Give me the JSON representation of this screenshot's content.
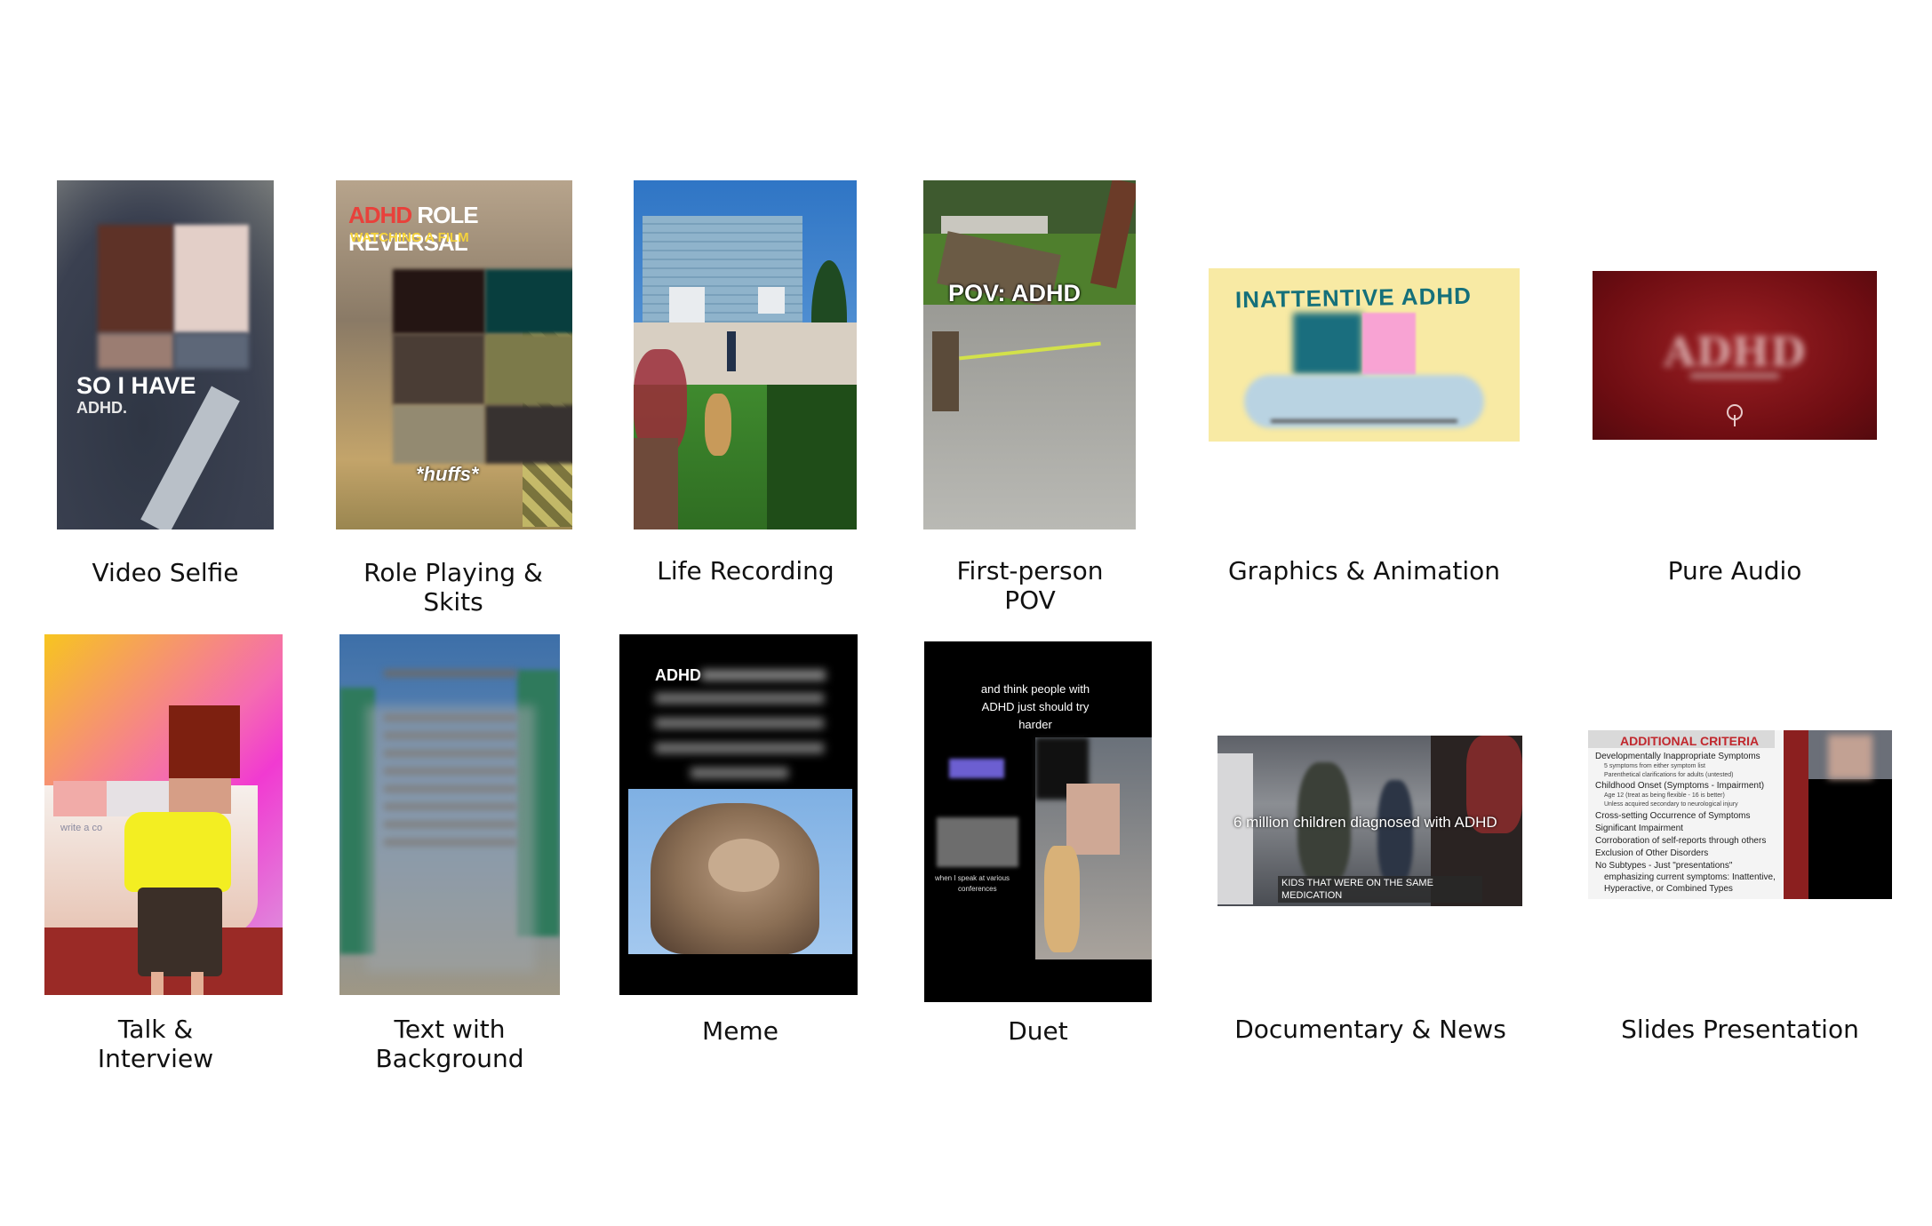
{
  "categories": [
    {
      "caption": "Video Selfie",
      "overlay": [
        "SO I HAVE",
        "ADHD."
      ]
    },
    {
      "caption": "Role Playing &\nSkits",
      "overlay": [
        "ADHD",
        "ROLE REVERSAL",
        "WATCHING A FILM",
        "*huffs*"
      ]
    },
    {
      "caption": "Life Recording"
    },
    {
      "caption": "First-person\nPOV",
      "overlay": [
        "POV: ADHD"
      ]
    },
    {
      "caption": "Graphics & Animation",
      "overlay": [
        "INATTENTIVE ADHD"
      ]
    },
    {
      "caption": "Pure Audio",
      "overlay": [
        "ADHD"
      ]
    },
    {
      "caption": "Talk &\nInterview",
      "overlay": [
        "write a co"
      ]
    },
    {
      "caption": "Text with\nBackground"
    },
    {
      "caption": "Meme",
      "overlay": [
        "ADHD"
      ]
    },
    {
      "caption": "Duet",
      "overlay": [
        "and think people with",
        "ADHD just should try",
        "harder",
        "when I speak at various",
        "conferences"
      ]
    },
    {
      "caption": "Documentary & News",
      "overlay": [
        "6 million children diagnosed with ADHD",
        "KIDS THAT WERE ON THE SAME",
        "MEDICATION"
      ]
    },
    {
      "caption": "Slides Presentation",
      "overlay": [
        "ADDITIONAL CRITERIA",
        "Developmentally Inappropriate Symptoms",
        "5 symptoms from either symptom list",
        "Parenthetical clarifications for adults (untested)",
        "Childhood Onset (Symptoms - Impairment)",
        "Age 12 (treat as being flexible - 16 is better)",
        "Unless acquired secondary to neurological injury",
        "Cross-setting Occurrence of Symptoms",
        "Significant Impairment",
        "Corroboration of self-reports through others",
        "Exclusion of Other Disorders",
        "No Subtypes - Just \"presentations\"",
        "emphasizing current symptoms: Inattentive,",
        "Hyperactive, or Combined Types"
      ]
    }
  ]
}
